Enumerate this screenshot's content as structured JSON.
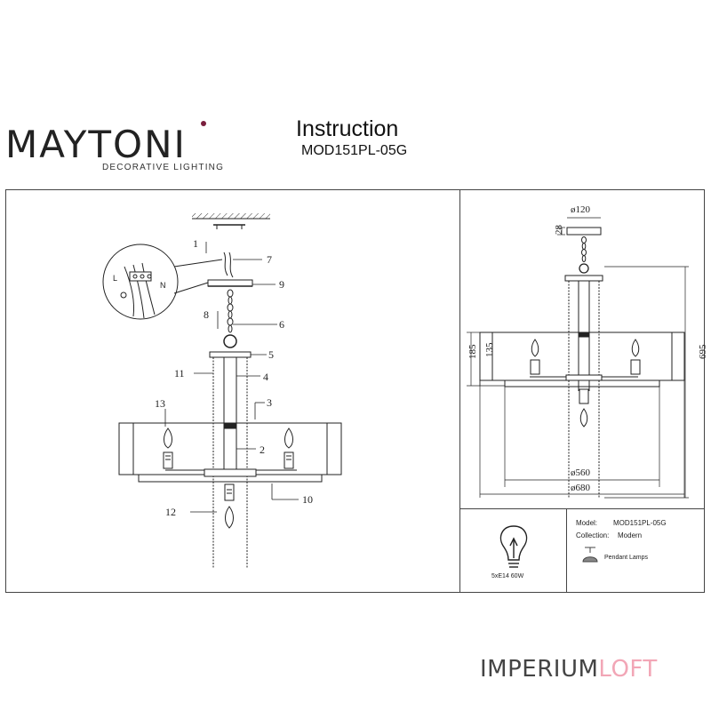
{
  "brand": {
    "wordmark": "MAYTONI",
    "tagline": "DECORATIVE LIGHTING",
    "accent_color": "#7a1f3d"
  },
  "header": {
    "title": "Instruction",
    "model_code": "MOD151PL-05G"
  },
  "callouts": [
    "1",
    "2",
    "3",
    "4",
    "5",
    "6",
    "7",
    "8",
    "9",
    "10",
    "11",
    "12",
    "13"
  ],
  "wiring_labels": {
    "live": "L",
    "neutral": "N"
  },
  "dimensions": {
    "canopy_diameter": "ø120",
    "canopy_height": "28",
    "shade_height": "185",
    "inner_height": "135",
    "total_height": "695",
    "inner_diameter": "ø560",
    "outer_diameter": "ø680"
  },
  "bulb": {
    "icon": "lightbulb-icon",
    "spec": "5xE14 60W"
  },
  "info_table": {
    "model_label": "Model:",
    "model_value": "MOD151PL-05G",
    "collection_label": "Collection:",
    "collection_value": "Modern",
    "type_icon": "pendant-lamp-icon",
    "type_value": "Pendant Lamps"
  },
  "watermark": {
    "part1": "IMPERIUM",
    "part2": "LOFT",
    "part2_color": "#f2a6b6"
  }
}
